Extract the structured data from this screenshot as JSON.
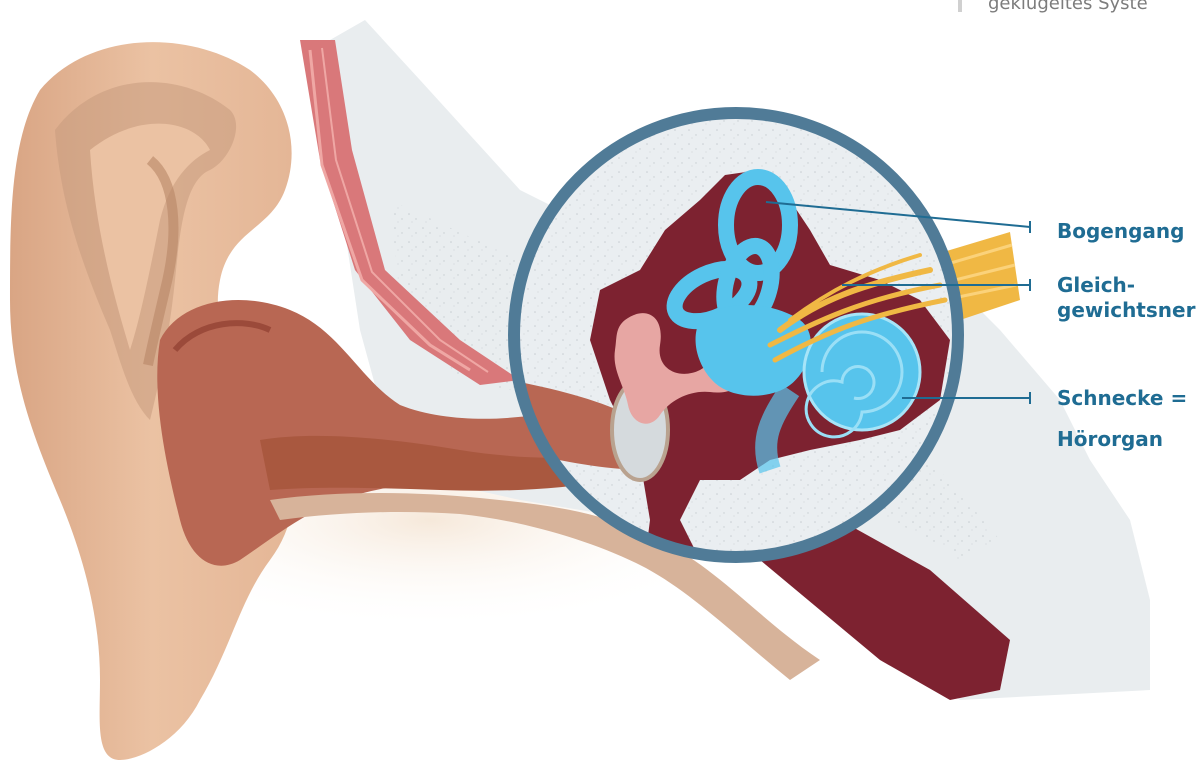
{
  "header": {
    "caption_fragment": "geklügeltes Syste"
  },
  "labels": {
    "bogengang": "Bogengang",
    "gleichgewichtsnerv_line1": "Gleich-",
    "gleichgewichtsnerv_line2": "gewichtsner",
    "schnecke_line1": "Schnecke =",
    "schnecke_line2": "Hörorgan"
  },
  "colors": {
    "label_blue": "#1f6c93",
    "ring": "#507b97",
    "skin": "#e3b595",
    "skin_dark": "#c18d71",
    "canal": "#b86753",
    "bone": "#e8ecee",
    "tissue_red": "#7d2230",
    "inner_ear_blue": "#57c4ec",
    "nerve_yellow": "#f0b844"
  }
}
